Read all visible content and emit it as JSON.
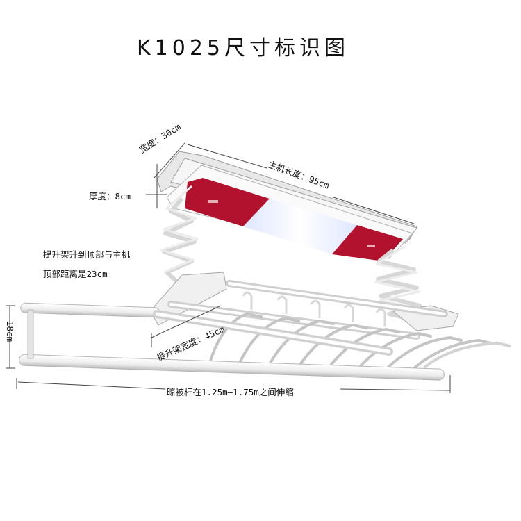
{
  "title": "K1025尺寸标识图",
  "labels": {
    "width": "宽度：30cm",
    "length": "主机长度：95cm",
    "thickness": "厚度：8cm",
    "lift_line1": "提升架升到顶部与主机",
    "lift_line2": "顶部距离是23cm",
    "rack_width": "提升架宽度：45cm",
    "height": "18cm",
    "pole": "晾被杆在1.25m—1.75m之间伸缩"
  },
  "colors": {
    "panel_red": "#b3122e",
    "frame_white": "#f2f2f2",
    "light": "#eef2ff",
    "outline": "#9a9a9a",
    "steel": "#c9c9c9"
  }
}
